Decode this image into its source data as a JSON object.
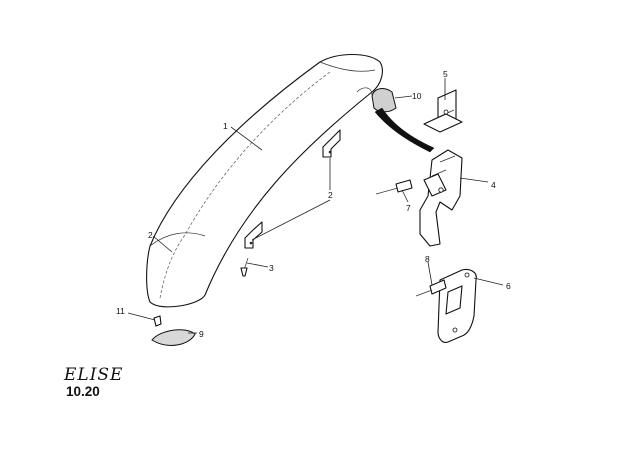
{
  "diagram": {
    "callouts": [
      {
        "id": "c1",
        "text": "1"
      },
      {
        "id": "c2a",
        "text": "2"
      },
      {
        "id": "c2b",
        "text": "2"
      },
      {
        "id": "c3",
        "text": "3"
      },
      {
        "id": "c4",
        "text": "4"
      },
      {
        "id": "c5",
        "text": "5"
      },
      {
        "id": "c6",
        "text": "6"
      },
      {
        "id": "c7",
        "text": "7"
      },
      {
        "id": "c8",
        "text": "8"
      },
      {
        "id": "c9",
        "text": "9"
      },
      {
        "id": "c10",
        "text": "10"
      },
      {
        "id": "c11",
        "text": "11"
      }
    ],
    "brand": "ELISE",
    "section_code": "10.20"
  }
}
